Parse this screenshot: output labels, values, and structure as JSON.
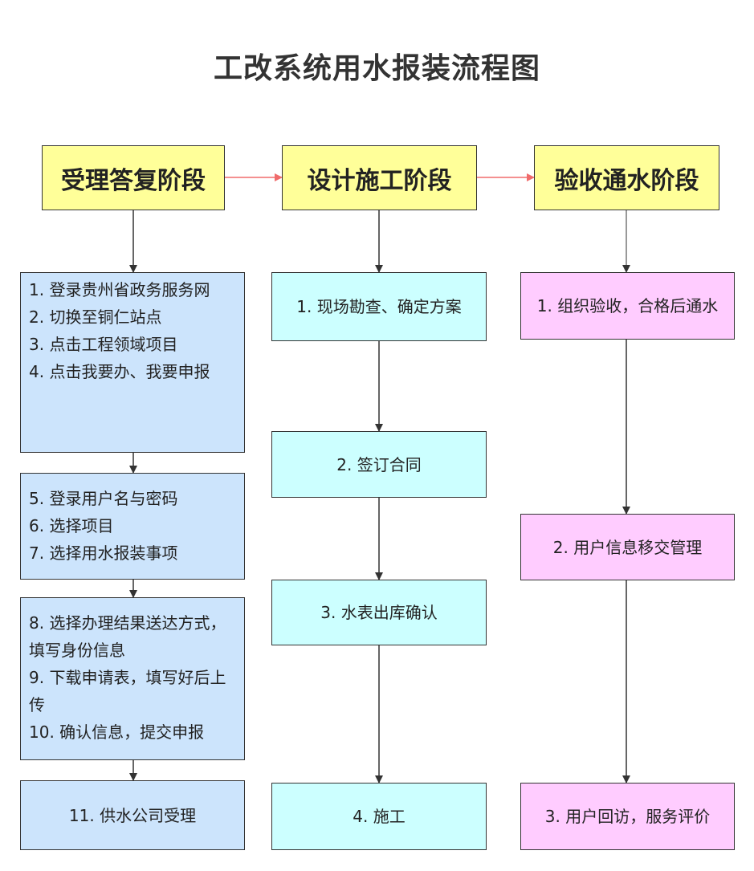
{
  "title": "工改系统用水报装流程图",
  "phases": [
    {
      "label": "受理答复阶段"
    },
    {
      "label": "设计施工阶段"
    },
    {
      "label": "验收通水阶段"
    }
  ],
  "col1": {
    "box1": [
      "1. 登录贵州省政务服务网",
      "2. 切换至铜仁站点",
      "3. 点击工程领域项目",
      "4. 点击我要办、我要申报"
    ],
    "box2": [
      "5. 登录用户名与密码",
      "6. 选择项目",
      "7. 选择用水报装事项"
    ],
    "box3": [
      "8. 选择办理结果送达方式，填写身份信息",
      "9. 下载申请表，填写好后上传",
      "10. 确认信息，提交申报"
    ],
    "box4": "11. 供水公司受理"
  },
  "col2": {
    "box1": "1. 现场勘查、确定方案",
    "box2": "2. 签订合同",
    "box3": "3. 水表出库确认",
    "box4": "4. 施工"
  },
  "col3": {
    "box1": "1. 组织验收，合格后通水",
    "box2": "2. 用户信息移交管理",
    "box3": "3. 用户回访，服务评价"
  },
  "colors": {
    "phase": "#ffff99",
    "col1": "#cce4fc",
    "col2": "#ccffff",
    "col3": "#ffccff",
    "phase_arrow": "#f06b6b",
    "flow_arrow": "#333333"
  }
}
